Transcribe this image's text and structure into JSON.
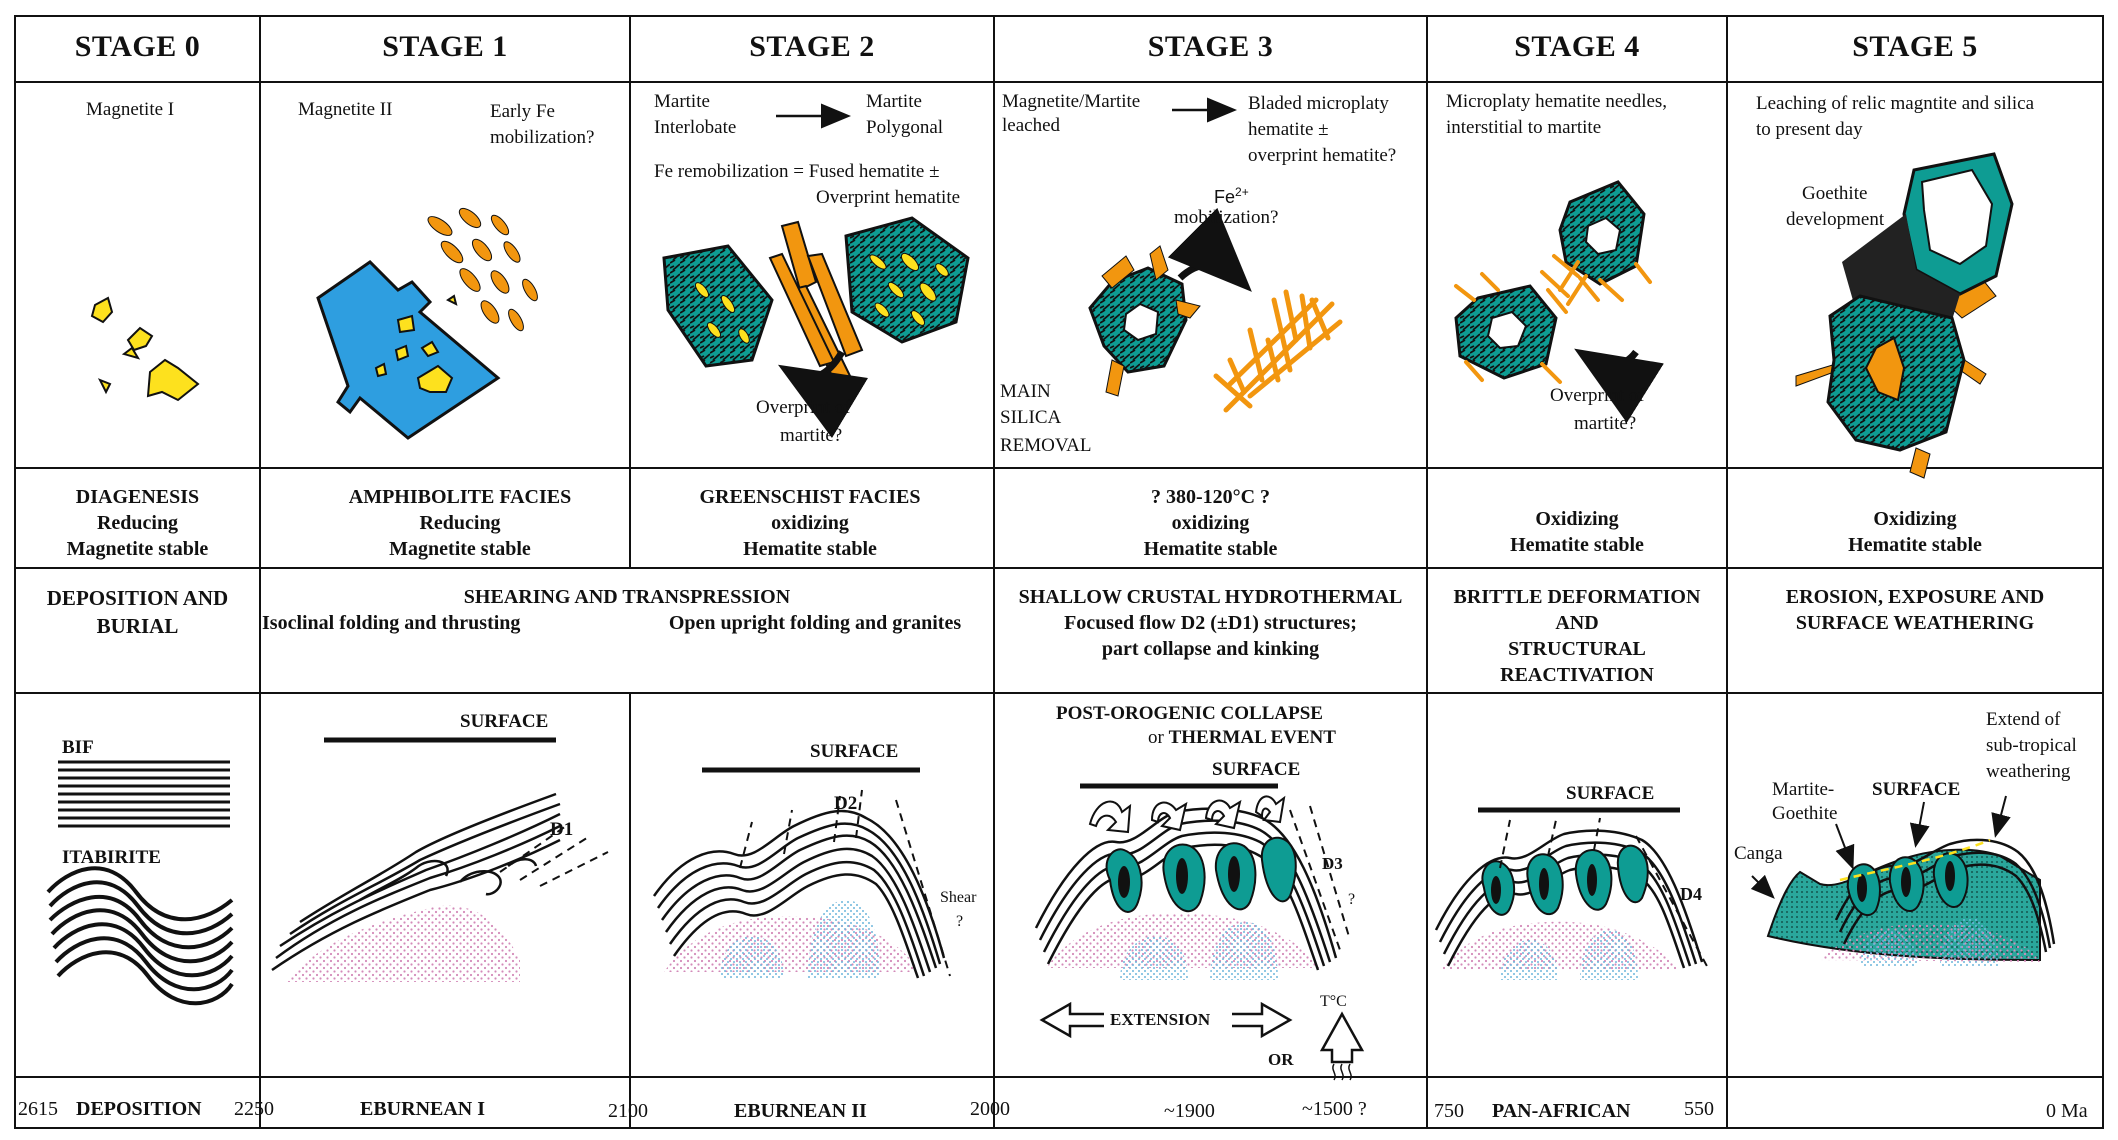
{
  "stages": [
    {
      "name": "STAGE 0"
    },
    {
      "name": "STAGE 1"
    },
    {
      "name": "STAGE 2"
    },
    {
      "name": "STAGE 3"
    },
    {
      "name": "STAGE 4"
    },
    {
      "name": "STAGE 5"
    }
  ],
  "row1": {
    "s0": {
      "magnetite": "Magnetite I"
    },
    "s1": {
      "magnetite": "Magnetite II",
      "fe": [
        "Early Fe",
        "mobilization?"
      ]
    },
    "s2": {
      "martite1": [
        "Martite",
        "Interlobate"
      ],
      "martite2": [
        "Martite",
        "Polygonal"
      ],
      "remob": [
        "Fe remobilization = Fused hematite ±",
        "Overprint hematite"
      ],
      "overprint": [
        "Overprint of",
        "martite?"
      ]
    },
    "s3": {
      "leached": [
        "Magnetite/Martite",
        "leached"
      ],
      "bladed": [
        "Bladed microplaty",
        "hematite ±",
        "overprint hematite?"
      ],
      "fe2": "Fe",
      "fe2sup": "2+",
      "fe2mob": "mobilization?",
      "silica": [
        "MAIN",
        "SILICA",
        "REMOVAL"
      ]
    },
    "s4": {
      "needles": [
        "Microplaty hematite needles,",
        "interstitial to martite"
      ],
      "overprint": [
        "Overprint of",
        "martite?"
      ]
    },
    "s5": {
      "leaching": [
        "Leaching of relic magntite and silica",
        "to present day"
      ],
      "goethite": [
        "Goethite",
        "development"
      ]
    }
  },
  "row2": [
    [
      "DIAGENESIS",
      "Reducing",
      "Magnetite stable"
    ],
    [
      "AMPHIBOLITE FACIES",
      "Reducing",
      "Magnetite stable"
    ],
    [
      "GREENSCHIST FACIES",
      "oxidizing",
      "Hematite stable"
    ],
    [
      "? 380-120°C ?",
      "oxidizing",
      "Hematite stable"
    ],
    [
      "Oxidizing",
      "Hematite stable"
    ],
    [
      "Oxidizing",
      "Hematite stable"
    ]
  ],
  "row3": {
    "s0": [
      "DEPOSITION AND",
      "BURIAL"
    ],
    "s12_title": "SHEARING AND TRANSPRESSION",
    "s1": "Isoclinal folding and thrusting",
    "s2": "Open upright folding and granites",
    "s3": [
      "SHALLOW CRUSTAL HYDROTHERMAL",
      "Focused flow D2 (±D1) structures;",
      "part collapse and kinking"
    ],
    "s4": [
      "BRITTLE DEFORMATION",
      "AND",
      "STRUCTURAL",
      "REACTIVATION"
    ],
    "s5": [
      "EROSION, EXPOSURE AND",
      "SURFACE WEATHERING"
    ]
  },
  "row4": {
    "s0": {
      "bif": "BIF",
      "itabirite": "ITABIRITE"
    },
    "s1": {
      "surface": "SURFACE",
      "d1": "D1"
    },
    "s2": {
      "surface": "SURFACE",
      "d2": "D2",
      "shear": "Shear",
      "q": "?"
    },
    "s3": {
      "title1": "POST-OROGENIC COLLAPSE",
      "title2a": "or ",
      "title2b": "THERMAL EVENT",
      "surface": "SURFACE",
      "d3": "D3",
      "q": "?",
      "extension": "EXTENSION",
      "or": "OR",
      "tc": "T°C"
    },
    "s4": {
      "surface": "SURFACE",
      "d4": "D4"
    },
    "s5": {
      "canga": "Canga",
      "mg": [
        "Martite-",
        "Goethite"
      ],
      "surface": "SURFACE",
      "extend": [
        "Extend of",
        "sub-tropical",
        "weathering"
      ]
    }
  },
  "timeline": {
    "t2615": "2615",
    "deposition": "DEPOSITION",
    "t2250": "2250",
    "eburnean1": "EBURNEAN I",
    "t2100": "2100",
    "eburnean2": "EBURNEAN II",
    "t2000": "2000",
    "t1900": "~1900",
    "t1500": "~1500 ?",
    "t750": "750",
    "panafrican": "PAN-AFRICAN",
    "t550": "550",
    "t0": "0 Ma"
  },
  "colors": {
    "magnetite": "#fde11e",
    "magnetite2": "#2e9ee0",
    "hematite": "#f2960f",
    "teal": "#0e9c93",
    "granite": "#a8d4ea",
    "basement": "#d38ab9"
  }
}
